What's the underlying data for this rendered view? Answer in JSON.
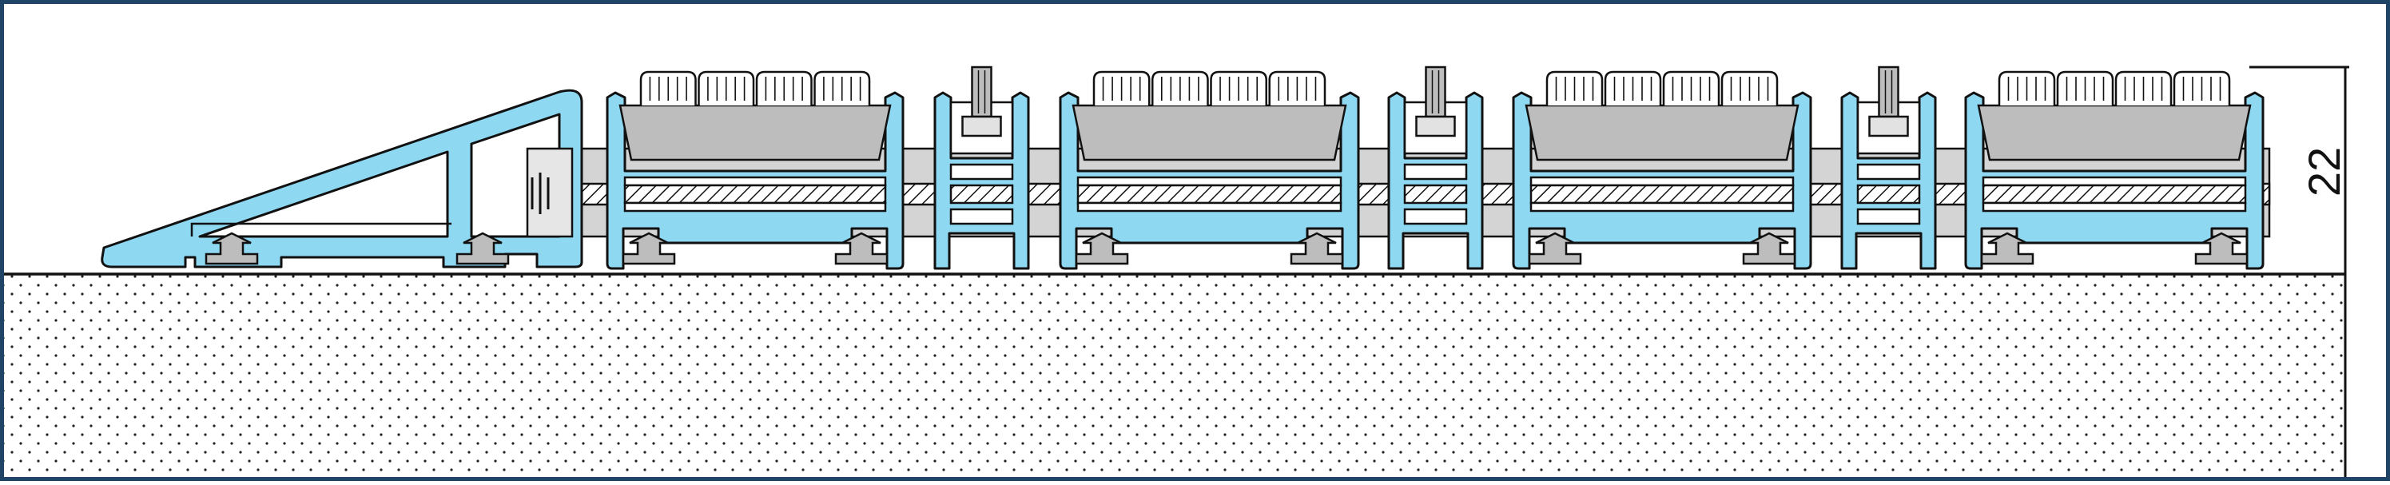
{
  "colors": {
    "frame": "#1f4466",
    "profile_fill": "#8fd8f2",
    "insert_fill": "#bdbdbd",
    "core_fill": "#d4d4d4",
    "line": "#111111",
    "floor_dots": "#222222"
  },
  "dimension": {
    "value": "22",
    "unit": "mm"
  },
  "drawing": {
    "parts": [
      "ramp-profile",
      "grip-insert-profile",
      "spacer-profile",
      "connecting-rod",
      "floor-substrate"
    ],
    "grip_insert_modules": 4,
    "spacer_modules": 3
  }
}
